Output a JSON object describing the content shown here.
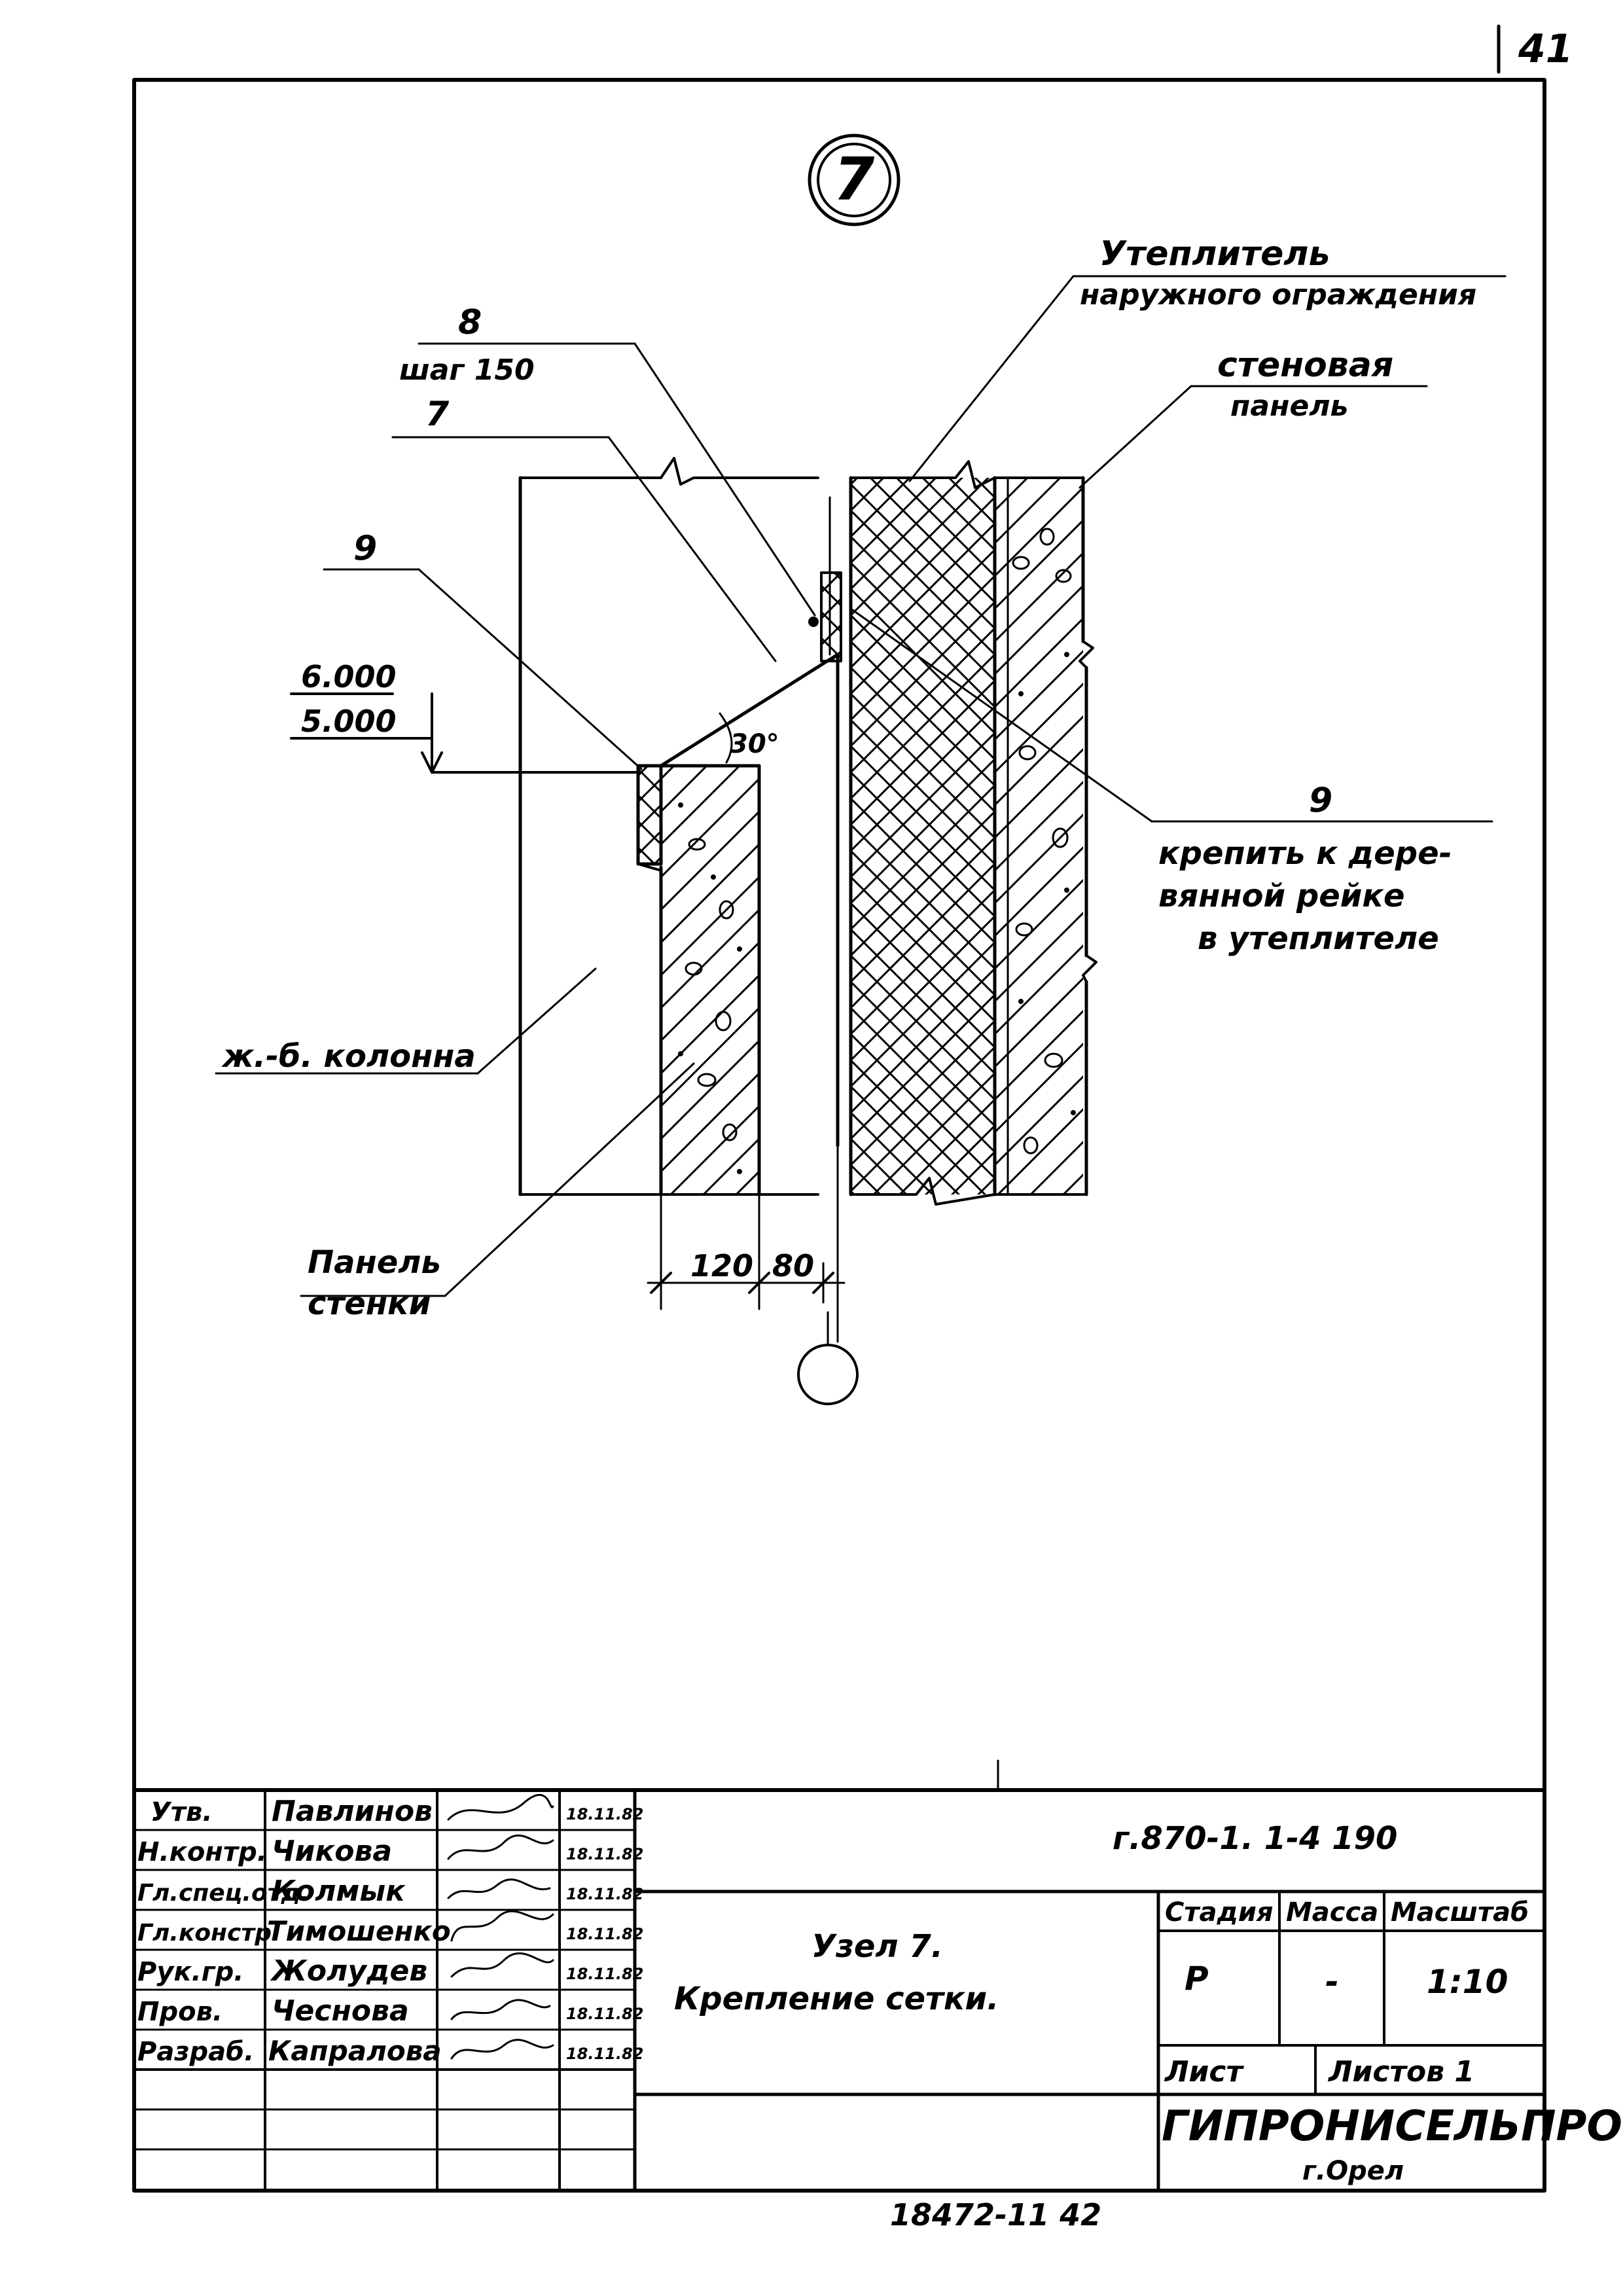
{
  "sheet_number": "41",
  "detail_marker": "7",
  "labels": {
    "insulation_line1": "Утеплитель",
    "insulation_line2": "наружного ограждения",
    "wall_panel_line1": "стеновая",
    "wall_panel_line2": "панель",
    "pos8": "8",
    "pos8_step": "шаг 150",
    "pos7": "7",
    "pos9_left": "9",
    "level_top": "6.000",
    "level_bottom": "5.000",
    "angle": "30°",
    "pos9_right": "9",
    "fix_note_line1": "крепить к дере-",
    "fix_note_line2": "вянной рейке",
    "fix_note_line3": "в утеплителе",
    "column": "ж.-б. колонна",
    "panel_line1": "Панель",
    "panel_line2": "стенки",
    "dim_120": "120",
    "dim_80": "80"
  },
  "title_block": {
    "signatures": [
      {
        "role": "Утв.",
        "name": "Павлинов",
        "date": "18.11.82"
      },
      {
        "role": "Н.контр.",
        "name": "Чикова",
        "date": "18.11.82"
      },
      {
        "role": "Гл.спец.отд.",
        "name": "Колмык",
        "date": "18.11.82"
      },
      {
        "role": "Гл.констр.",
        "name": "Тимошенко",
        "date": "18.11.82"
      },
      {
        "role": "Рук.гр.",
        "name": "Жолудев",
        "date": "18.11.82"
      },
      {
        "role": "Пров.",
        "name": "Чеснова",
        "date": "18.11.82"
      },
      {
        "role": "Разраб.",
        "name": "Капралова",
        "date": "18.11.82"
      }
    ],
    "document_code": "г.870-1. 1-4 190",
    "title_line1": "Узел 7.",
    "title_line2": "Крепление сетки.",
    "stage_label": "Стадия",
    "mass_label": "Масса",
    "scale_label": "Масштаб",
    "stage_value": "Р",
    "mass_value": "-",
    "scale_value": "1:10",
    "sheet_label": "Лист",
    "sheets_label": "Листов 1",
    "organization": "ГИПРОНИСЕЛЬПРОМ",
    "city": "г.Орел"
  },
  "bottom_code": "18472-11  42"
}
